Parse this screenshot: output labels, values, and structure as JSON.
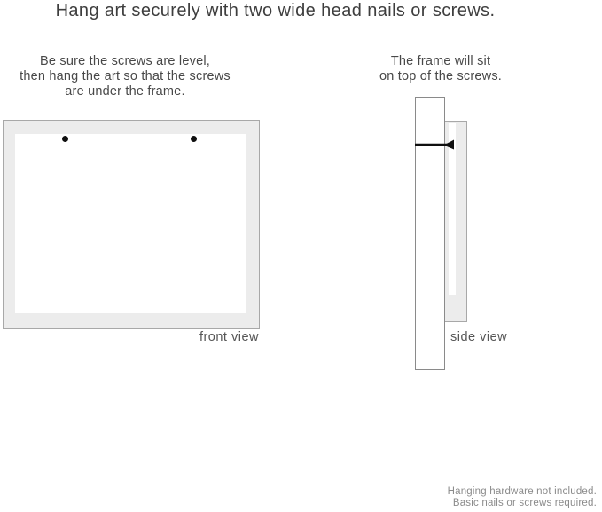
{
  "title": "Hang art securely with two wide head nails or screws.",
  "instructions": {
    "front": {
      "lines": [
        "Be sure the screws are level,",
        "then hang the art so that the screws",
        "are under the frame."
      ]
    },
    "side": {
      "lines": [
        "The frame will sit",
        "on top of the screws."
      ]
    }
  },
  "diagram": {
    "front_view": {
      "label": "front view",
      "nail_count": 2
    },
    "side_view": {
      "label": "side view",
      "nail_count": 1
    }
  },
  "footnote": {
    "lines": [
      "Hanging hardware not included.",
      "Basic nails or screws required."
    ]
  },
  "colors": {
    "background": "#ffffff",
    "title_text": "#3e3e3e",
    "body_text": "#484848",
    "label_text": "#565656",
    "muted_text": "#8b8b8b",
    "frame_fill": "#ececec",
    "frame_border": "#a8a8a8",
    "wall_border": "#8a8a8a",
    "nail": "#0f0f0f"
  }
}
